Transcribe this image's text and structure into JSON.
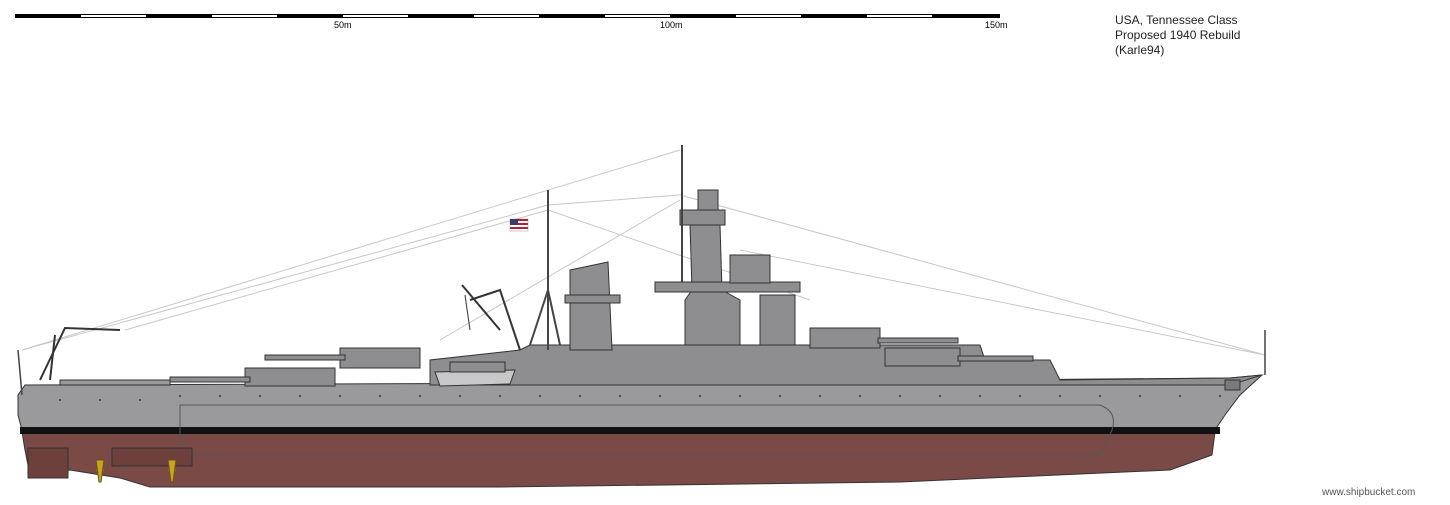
{
  "scale": {
    "labels": [
      "50m",
      "100m",
      "150m"
    ]
  },
  "title": {
    "line1": "USA, Tennessee Class",
    "line2": "Proposed 1940 Rebuild",
    "line3": "(Karle94)"
  },
  "watermark": "www.shipbucket.com",
  "colors": {
    "hull_gray": "#9a9a9c",
    "superstructure_gray": "#8e8e90",
    "hull_below_waterline": "#7a4a46",
    "boot_topping": "#111111",
    "propeller": "#c9a227"
  }
}
